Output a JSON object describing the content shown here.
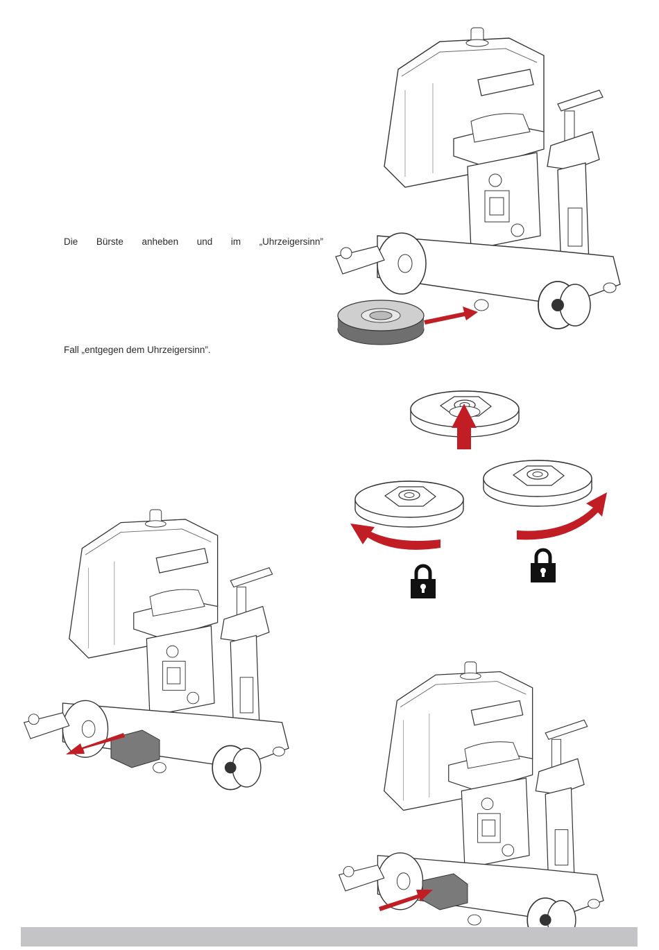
{
  "text": {
    "line1_words": [
      "Die",
      "Bürste",
      "anheben",
      "und",
      "im",
      "„Uhrzeigersinn”"
    ],
    "line2": "Fall „entgegen dem Uhrzeigersinn”."
  },
  "figures": [
    {
      "name": "machine-brush-install",
      "arrow": "insert",
      "colors": {
        "arrow": "#c01e24"
      }
    },
    {
      "name": "brush-lift-rotate",
      "icons": [
        "lock-icon",
        "lock-icon"
      ],
      "colors": {
        "arrow": "#c01e24",
        "lock": "#111111"
      }
    },
    {
      "name": "machine-brush-remove",
      "arrow": "pull-out"
    },
    {
      "name": "machine-brush-install-final",
      "arrow": "insert"
    }
  ],
  "colors": {
    "accent": "#c01e24",
    "footer_bar": "#c4c4c6"
  }
}
